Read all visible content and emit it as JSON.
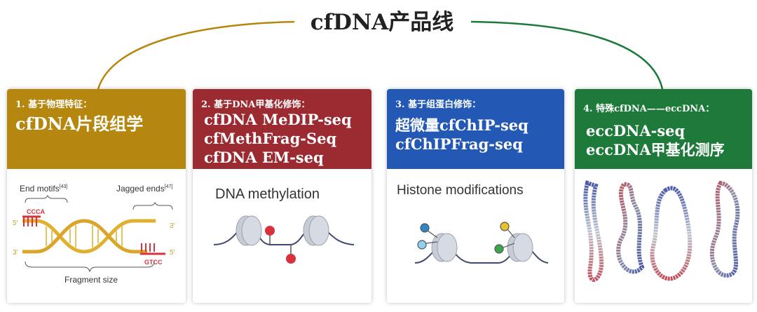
{
  "title": "cfDNA产品线",
  "colors": {
    "card1": "#b5870f",
    "card2": "#9c2a31",
    "card3": "#2358b5",
    "card4": "#1d7a3a"
  },
  "cards": [
    {
      "subtitle": "1. 基于物理特征：",
      "lines": [
        "cfDNA片段组学"
      ],
      "figure": {
        "end_motifs": "End motifs",
        "end_motifs_ref": "[43]",
        "jagged_ends": "Jagged ends",
        "jagged_ends_ref": "[47]",
        "ccca": "CCCA",
        "gtcc": "GTCC",
        "fragment_size": "Fragment size",
        "five_prime": "5′",
        "three_prime": "3′"
      }
    },
    {
      "subtitle": "2. 基于DNA甲基化修饰：",
      "lines": [
        "cfDNA MeDIP-seq",
        "cfMethFrag-Seq",
        "cfDNA EM-seq"
      ],
      "figure": {
        "label": "DNA methylation"
      }
    },
    {
      "subtitle": "3. 基于组蛋白修饰：",
      "lines": [
        "超微量cfChIP-seq",
        "cfChIPFrag-seq"
      ],
      "figure": {
        "label": "Histone modifications"
      }
    },
    {
      "subtitle": "4. 特殊cfDNA——eccDNA：",
      "lines": [
        "eccDNA-seq",
        "eccDNA甲基化测序"
      ],
      "figure": {}
    }
  ]
}
